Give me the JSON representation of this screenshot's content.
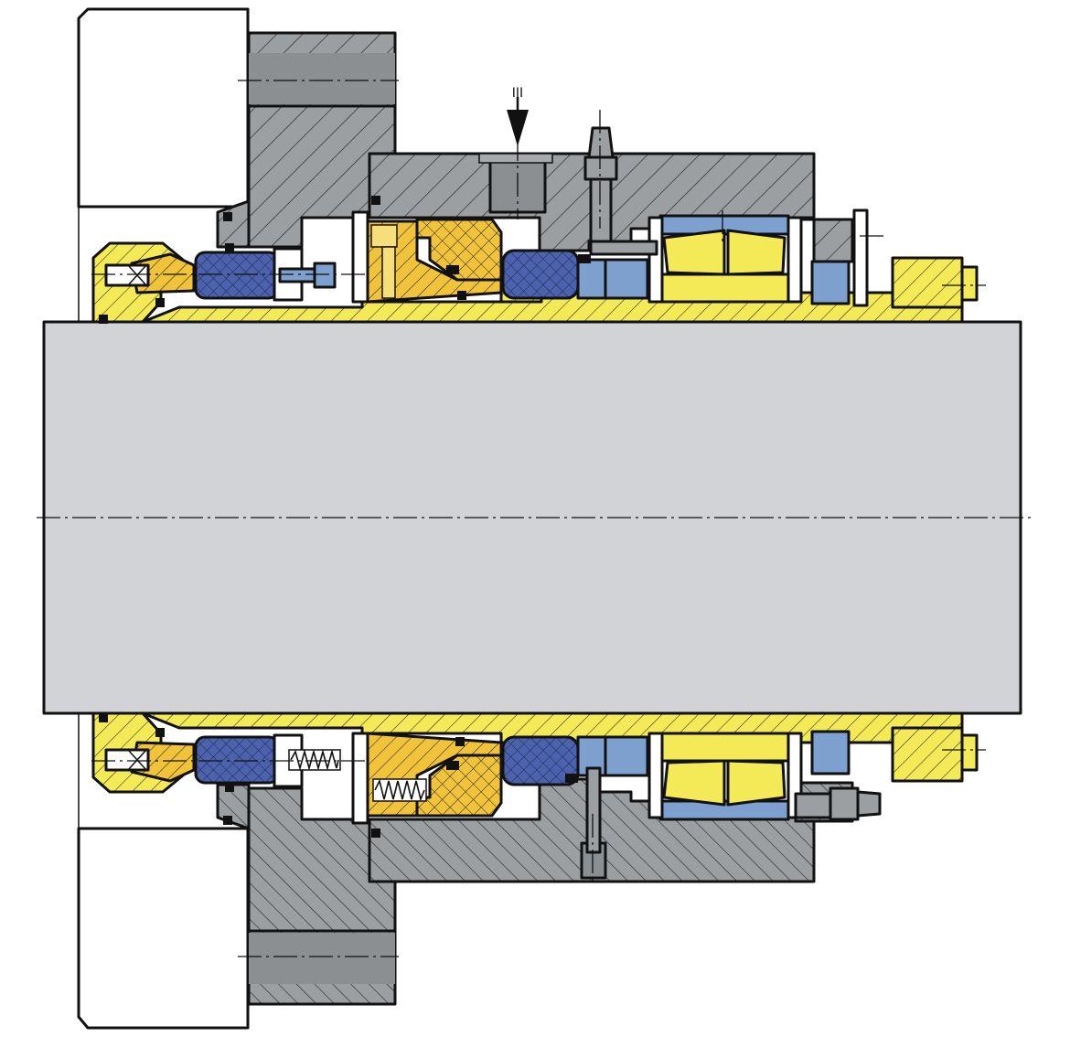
{
  "figure": {
    "kind": "mechanical-seal-cross-section",
    "caption": "",
    "annotation_mark": "III"
  },
  "colors": {
    "shaft": "#d1d3d6",
    "housing": "#9c9fa2",
    "sleeve": "#f4ea57",
    "gold": "#f0c33a",
    "carbon": "#4c62ac",
    "light_blue": "#7ea0cf",
    "outline": "#111111",
    "white": "#ffffff"
  },
  "parts": [
    {
      "id": "shaft",
      "name": "shaft"
    },
    {
      "id": "housing",
      "name": "seal-housing"
    },
    {
      "id": "gland",
      "name": "gland-plate"
    },
    {
      "id": "sleeve",
      "name": "shaft-sleeve"
    },
    {
      "id": "bearing",
      "name": "spherical-roller-bearing"
    },
    {
      "id": "carbon-ring",
      "name": "carbon-seal-ring"
    },
    {
      "id": "collar",
      "name": "locking-collar"
    }
  ]
}
